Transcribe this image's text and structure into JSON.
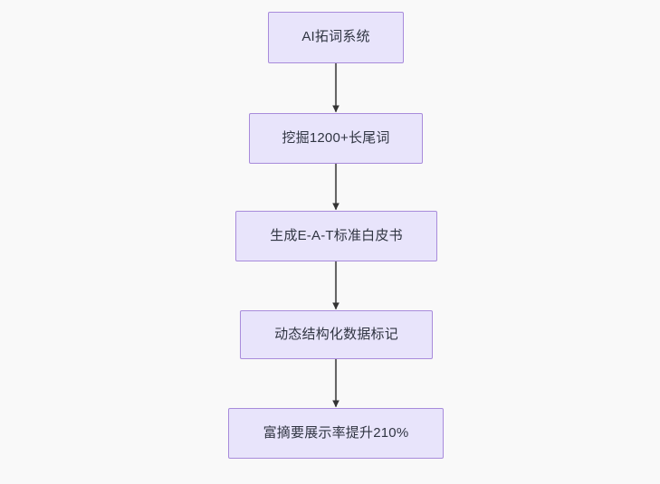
{
  "diagram": {
    "type": "flowchart",
    "orientation": "top-to-bottom",
    "background_color": "#f9f9f9",
    "node_fill_color": "#e8e4fb",
    "node_border_color": "#a88bdb",
    "node_text_color": "#303542",
    "edge_color": "#666666",
    "arrowhead_color": "#333333",
    "nodes": [
      {
        "id": "node-1",
        "label": "AI拓词系统"
      },
      {
        "id": "node-2",
        "label": "挖掘1200+长尾词"
      },
      {
        "id": "node-3",
        "label": "生成E-A-T标准白皮书"
      },
      {
        "id": "node-4",
        "label": "动态结构化数据标记"
      },
      {
        "id": "node-5",
        "label": "富摘要展示率提升210%"
      }
    ],
    "edges": [
      {
        "id": "edge-1-2",
        "from": "node-1",
        "to": "node-2",
        "label": ""
      },
      {
        "id": "edge-2-3",
        "from": "node-2",
        "to": "node-3",
        "label": ""
      },
      {
        "id": "edge-3-4",
        "from": "node-3",
        "to": "node-4",
        "label": ""
      },
      {
        "id": "edge-4-5",
        "from": "node-4",
        "to": "node-5",
        "label": ""
      }
    ]
  }
}
